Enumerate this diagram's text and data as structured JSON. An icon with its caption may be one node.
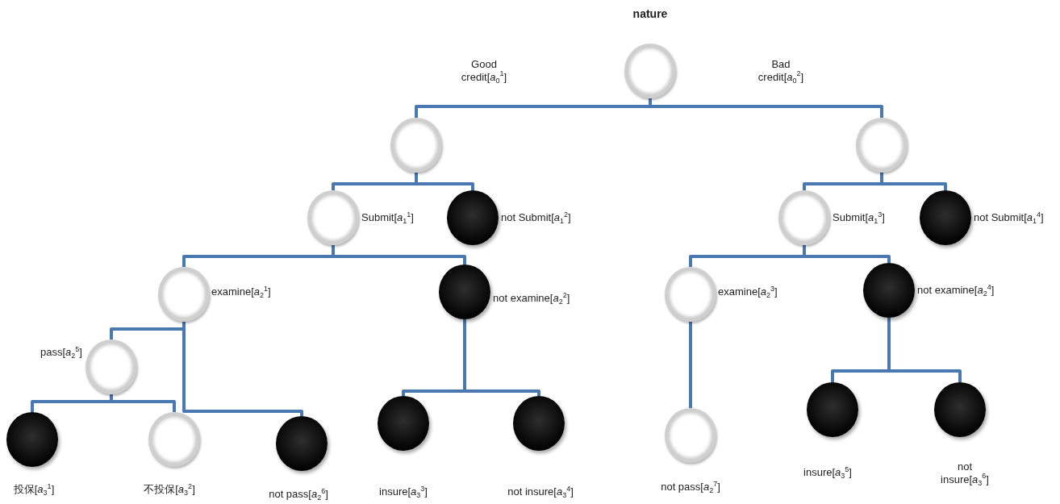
{
  "diagram": {
    "nodes": [
      {
        "text": [],
        "shape": "circle",
        "beside": [
          "nature"
        ]
      },
      {
        "text": [],
        "shape": "circle"
      },
      {
        "text": [],
        "shape": "circle"
      },
      {
        "text": [],
        "shape": "circle",
        "beside": [
          "Submit[*a*$_{1}$$^{1}$]"
        ]
      },
      {
        "text": [],
        "shape": "disc",
        "beside": [
          "not Submit[*a*$_{1}$$^{2}$]"
        ]
      },
      {
        "text": [],
        "shape": "circle",
        "beside": [
          "Submit[*a*$_{1}$$^{3}$]"
        ]
      },
      {
        "text": [],
        "shape": "disc",
        "beside": [
          "not Submit[*a*$_{1}$$^{4}$]"
        ]
      },
      {
        "text": [],
        "shape": "circle",
        "beside": [
          "examine[*a*$_{2}$$^{1}$]"
        ]
      },
      {
        "text": [],
        "shape": "disc",
        "beside": [
          "not examine[*a*$_{2}$$^{2}$]"
        ]
      },
      {
        "text": [],
        "shape": "circle",
        "beside": [
          "examine[*a*$_{2}$$^{3}$]"
        ]
      },
      {
        "text": [],
        "shape": "disc",
        "beside": [
          "not examine[*a*$_{2}$$^{4}$]"
        ]
      },
      {
        "text": [],
        "shape": "circle",
        "beside": [
          "pass[*a*$_{2}$$^{5}$]"
        ]
      },
      {
        "text": [],
        "shape": "disc",
        "beside": [
          "投保[*a*$_{3}$$^{1}$]"
        ]
      },
      {
        "text": [],
        "shape": "circle",
        "beside": [
          "不投保[*a*$_{3}$$^{2}$]"
        ]
      },
      {
        "text": [],
        "shape": "disc",
        "beside": [
          "not pass[*a*$_{2}$$^{6}$]"
        ]
      },
      {
        "text": [],
        "shape": "disc",
        "beside": [
          "insure[*a*$_{3}$$^{3}$]"
        ]
      },
      {
        "text": [],
        "shape": "disc",
        "beside": [
          "not insure[*a*$_{3}$$^{4}$]"
        ]
      },
      {
        "text": [],
        "shape": "circle",
        "beside": [
          "not pass[*a*$_{2}$$^{7}$]"
        ]
      },
      {
        "text": [],
        "shape": "disc",
        "beside": [
          "insure[*a*$_{3}$$^{5}$]"
        ]
      },
      {
        "text": [],
        "shape": "disc",
        "beside": [
          "not insure[*a*$_{3}$$^{6}$]"
        ]
      }
    ],
    "edges": [
      {
        "from": 0,
        "to": 1,
        "arrow": "none",
        "label": "Good credit[*a*$_{0}$$^{1}$]"
      },
      {
        "from": 0,
        "to": 2,
        "arrow": "none",
        "label": "Bad credit[*a*$_{0}$$^{2}$]"
      },
      {
        "from": 1,
        "to": 3,
        "arrow": "none"
      },
      {
        "from": 1,
        "to": 4,
        "arrow": "none"
      },
      {
        "from": 2,
        "to": 5,
        "arrow": "none"
      },
      {
        "from": 2,
        "to": 6,
        "arrow": "none"
      },
      {
        "from": 3,
        "to": 7,
        "arrow": "none"
      },
      {
        "from": 3,
        "to": 8,
        "arrow": "none"
      },
      {
        "from": 5,
        "to": 9,
        "arrow": "none"
      },
      {
        "from": 5,
        "to": 10,
        "arrow": "none"
      },
      {
        "from": 7,
        "to": 11,
        "arrow": "none"
      },
      {
        "from": 7,
        "to": 14,
        "arrow": "none"
      },
      {
        "from": 11,
        "to": 12,
        "arrow": "none"
      },
      {
        "from": 11,
        "to": 13,
        "arrow": "none"
      },
      {
        "from": 8,
        "to": 15,
        "arrow": "none"
      },
      {
        "from": 8,
        "to": 16,
        "arrow": "none"
      },
      {
        "from": 9,
        "to": 17,
        "arrow": "none"
      },
      {
        "from": 10,
        "to": 18,
        "arrow": "none"
      },
      {
        "from": 10,
        "to": 19,
        "arrow": "none"
      }
    ]
  }
}
